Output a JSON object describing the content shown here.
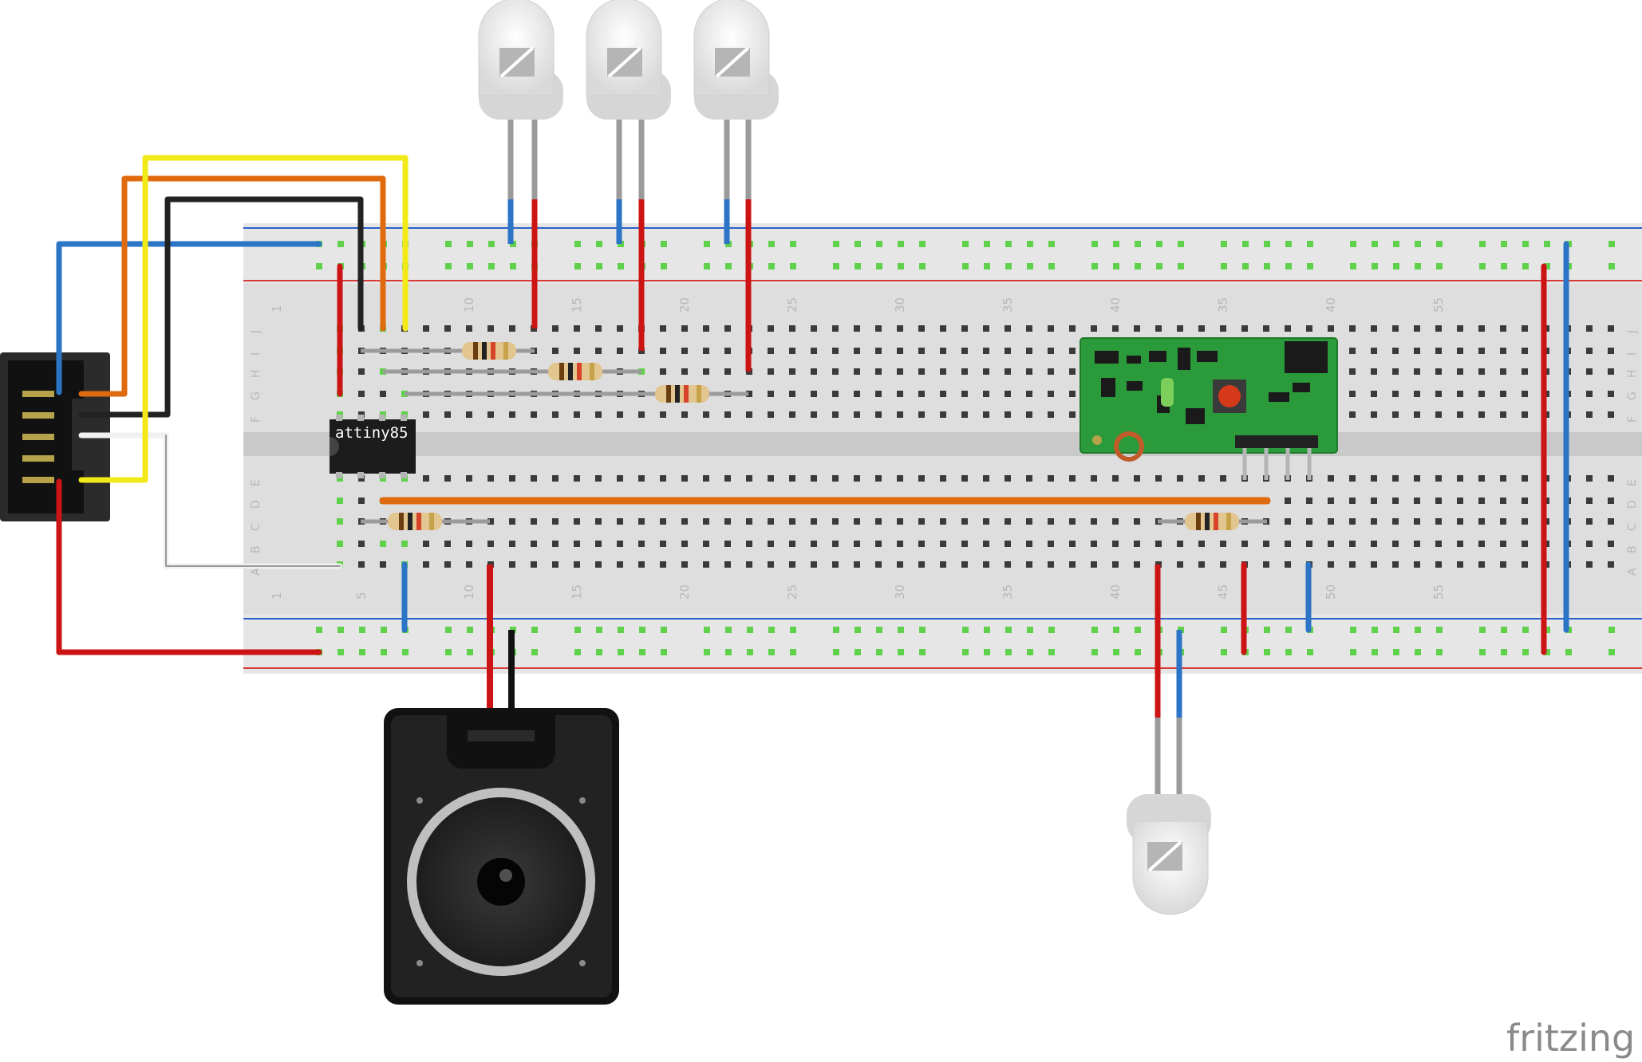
{
  "chip_label": "attiny85",
  "brand": "fritzing",
  "column_numbers": [
    "1",
    "5",
    "10",
    "15",
    "20",
    "25",
    "30",
    "35",
    "40",
    "45",
    "50",
    "55"
  ],
  "top_numbers": [
    "1",
    "10",
    "15",
    "20",
    "25",
    "30",
    "35",
    "40",
    "35",
    "40",
    "55"
  ],
  "rows_top": [
    "J",
    "I",
    "H",
    "G",
    "F"
  ],
  "rows_bottom": [
    "E",
    "D",
    "C",
    "B",
    "A"
  ],
  "colors": {
    "board": "#dcdcdc",
    "rail_red": "#d83a3a",
    "rail_blue": "#2a5fc9",
    "wire_red": "#cc1414",
    "wire_blue": "#2b74c6",
    "wire_yellow": "#f2ea18",
    "wire_orange": "#e06a0e",
    "wire_black": "#222222",
    "wire_white": "#f0f0f0",
    "hole_active": "#5fd14b",
    "pcb": "#2a9a3a"
  },
  "components": [
    "isp-header",
    "attiny85-chip",
    "led-1",
    "led-2",
    "led-3",
    "led-4",
    "resistor-1",
    "resistor-2",
    "resistor-3",
    "resistor-4",
    "resistor-5",
    "rf-receiver-module",
    "speaker"
  ]
}
